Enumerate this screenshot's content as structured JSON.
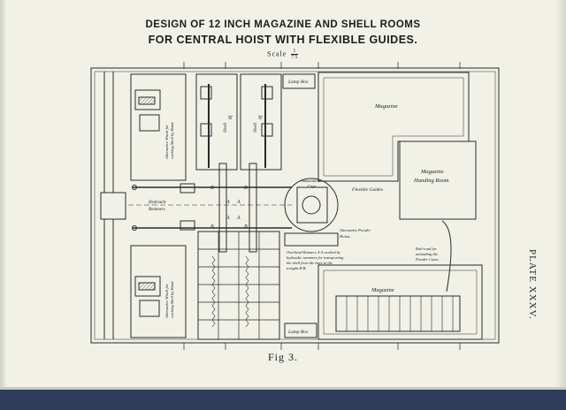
{
  "title": {
    "line1": "DESIGN OF 12 INCH MAGAZINE AND SHELL ROOMS",
    "line2": "FOR CENTRAL HOIST WITH FLEXIBLE GUIDES."
  },
  "scale": {
    "label": "Scale",
    "numerator": "1",
    "denominator": "75"
  },
  "figure_caption": "Fig 3.",
  "plate_label": "PLATE XXXV.",
  "labels": {
    "lamp_box_top": "Lamp Box",
    "lamp_box_bottom": "Lamp Box",
    "magazine_top": "Magazine",
    "magazine_bottom": "Magazine",
    "handing_room_line1": "Magazine",
    "handing_room_line2": "Handing Room",
    "shell_room_1": "Shell",
    "shell_room_2": "Shell",
    "shell_abbr_1": "Rf",
    "shell_abbr_2": "Rf",
    "flexible_guides": "Flexible Guides",
    "hydraulic_rammers_line1": "Hydraulic",
    "hydraulic_rammers_line2": "Rammers",
    "alt_winch_top_line1": "Alternative Winch for",
    "alt_winch_top_line2": "working Shell by Hand",
    "alt_winch_bottom_line1": "Alternative Winch for",
    "alt_winch_bottom_line2": "working Shell by Hand",
    "ammunition_cage_line1": "Ammunition",
    "ammunition_cage_line2": "Cage",
    "alt_powder_hoists_line1": "Alternative Powder",
    "alt_powder_hoists_line2": "Hoists.",
    "overhead_runners_line1": "Overhead Runners A A worked by",
    "overhead_runners_line2": "hydraulic rammers for transporting",
    "overhead_runners_line3": "the shell from the bays to the",
    "overhead_runners_line4": "troughs B B.",
    "rail_road_line1": "Rail-road for",
    "rail_road_line2": "unloading the",
    "rail_road_line3": "Powder Cases",
    "letter_b1": "B",
    "letter_b2": "B",
    "letter_b3": "B",
    "letter_b4": "B",
    "letter_a1": "A",
    "letter_a2": "A",
    "letter_a3": "A",
    "letter_a4": "A"
  }
}
